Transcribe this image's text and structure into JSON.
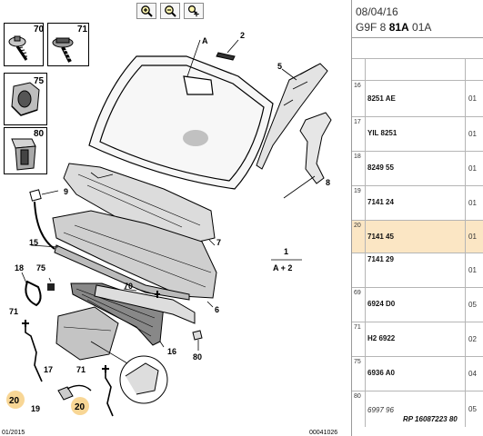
{
  "toolbar": {
    "buttons": [
      {
        "name": "zoom-in-icon"
      },
      {
        "name": "zoom-out-icon"
      },
      {
        "name": "pan-zoom-icon"
      }
    ]
  },
  "fasteners": [
    "70",
    "71",
    "75",
    "80"
  ],
  "callouts": {
    "c_A": "A",
    "c_2": "2",
    "c_5": "5",
    "c_8": "8",
    "c_9": "9",
    "c_6a": "6",
    "c_7": "7",
    "c_15": "15",
    "c_1": "1",
    "c_A2": "A + 2",
    "c_18": "18",
    "c_75": "75",
    "c_70": "70",
    "c_6b": "6",
    "c_71a": "71",
    "c_16": "16",
    "c_80": "80",
    "c_17": "17",
    "c_71b": "71",
    "c_19": "19",
    "c_20a": "20",
    "c_20b": "20"
  },
  "footer": {
    "left": "01/2015",
    "right": "00041026"
  },
  "panel": {
    "date": "08/04/16",
    "code_prefix": "G9F 8 ",
    "code_bold": "81A",
    "code_suffix": " 01A",
    "rows": [
      {
        "idx": "",
        "ref": "",
        "qty": ""
      },
      {
        "idx": "16",
        "ref": "8251 AE",
        "qty": "01"
      },
      {
        "idx": "17",
        "ref": "YIL 8251",
        "qty": "01"
      },
      {
        "idx": "18",
        "ref": "8249 55",
        "qty": "01"
      },
      {
        "idx": "19",
        "ref": "7141 24",
        "qty": "01"
      },
      {
        "idx": "20",
        "ref": "7141 45",
        "qty": "01"
      },
      {
        "idx": "",
        "ref": "7141 29",
        "qty": "01"
      },
      {
        "idx": "69",
        "ref": "6924 D0",
        "qty": "05"
      },
      {
        "idx": "71",
        "ref": "H2 6922",
        "qty": "02"
      },
      {
        "idx": "75",
        "ref": "6936 A0",
        "qty": "04"
      },
      {
        "idx": "80",
        "ref": "6997 96",
        "ref2": "RP 16087223 80",
        "qty": "05"
      }
    ]
  }
}
